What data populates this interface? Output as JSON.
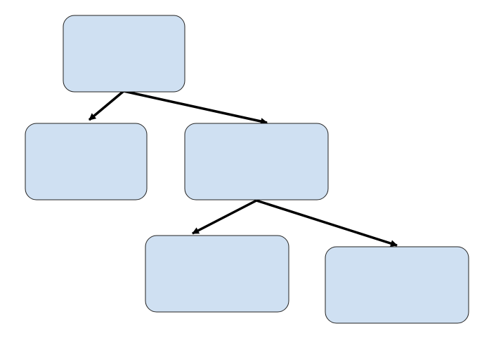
{
  "colors": {
    "background": "#ffffff",
    "node_fill": "#cfe0f2",
    "node_stroke": "#222222",
    "edge": "#000000"
  },
  "nodes": [
    {
      "id": "root",
      "label": ""
    },
    {
      "id": "left-child",
      "label": ""
    },
    {
      "id": "right-child",
      "label": ""
    },
    {
      "id": "right-left-grandchild",
      "label": ""
    },
    {
      "id": "right-right-grandchild",
      "label": ""
    }
  ],
  "edges": [
    {
      "from": "root",
      "to": "left-child"
    },
    {
      "from": "root",
      "to": "right-child"
    },
    {
      "from": "right-child",
      "to": "right-left-grandchild"
    },
    {
      "from": "right-child",
      "to": "right-right-grandchild"
    }
  ]
}
